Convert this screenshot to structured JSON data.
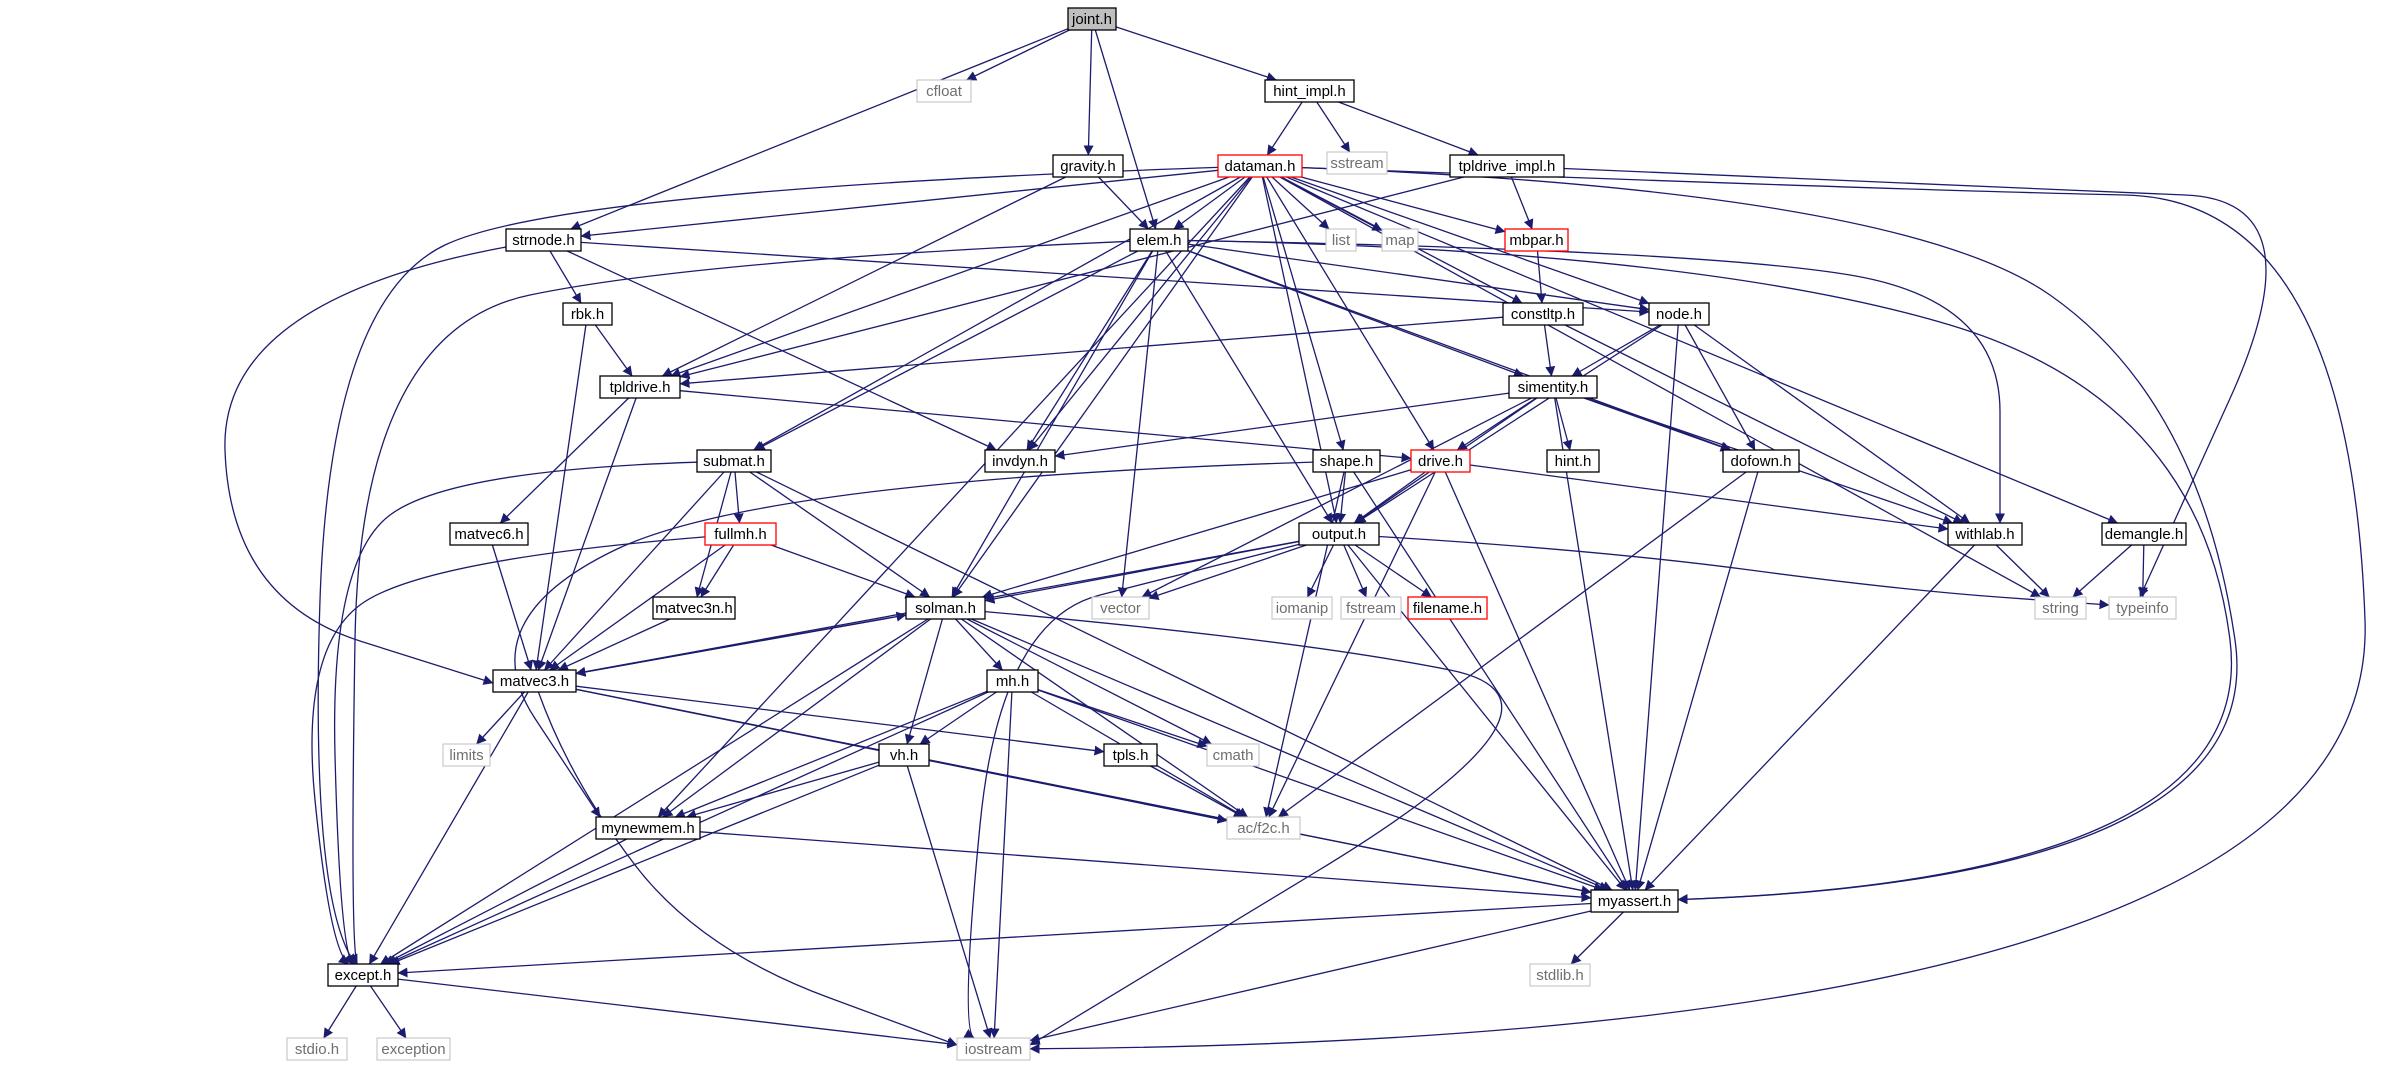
{
  "diagram": {
    "colors": {
      "edge": "#1c1c6e",
      "node_border_normal": "#000000",
      "node_border_external": "#bfbfbf",
      "node_border_red": "#ff0000",
      "root_fill": "#bfbfbf",
      "text_normal": "#000000",
      "text_external": "#6f6f6f"
    },
    "nodes": [
      {
        "id": "joint_h",
        "label": "joint.h",
        "style": "root"
      },
      {
        "id": "cfloat",
        "label": "cfloat",
        "style": "external"
      },
      {
        "id": "hint_impl_h",
        "label": "hint_impl.h",
        "style": "normal"
      },
      {
        "id": "sstream",
        "label": "sstream",
        "style": "external"
      },
      {
        "id": "gravity_h",
        "label": "gravity.h",
        "style": "normal"
      },
      {
        "id": "dataman_h",
        "label": "dataman.h",
        "style": "red"
      },
      {
        "id": "tpldrive_impl_h",
        "label": "tpldrive_impl.h",
        "style": "normal"
      },
      {
        "id": "strnode_h",
        "label": "strnode.h",
        "style": "normal"
      },
      {
        "id": "elem_h",
        "label": "elem.h",
        "style": "normal"
      },
      {
        "id": "list",
        "label": "list",
        "style": "external"
      },
      {
        "id": "map",
        "label": "map",
        "style": "external"
      },
      {
        "id": "mbpar_h",
        "label": "mbpar.h",
        "style": "red"
      },
      {
        "id": "rbk_h",
        "label": "rbk.h",
        "style": "normal"
      },
      {
        "id": "constltp_h",
        "label": "constltp.h",
        "style": "normal"
      },
      {
        "id": "node_h",
        "label": "node.h",
        "style": "normal"
      },
      {
        "id": "tpldrive_h",
        "label": "tpldrive.h",
        "style": "normal"
      },
      {
        "id": "simentity_h",
        "label": "simentity.h",
        "style": "normal"
      },
      {
        "id": "submat_h",
        "label": "submat.h",
        "style": "normal"
      },
      {
        "id": "invdyn_h",
        "label": "invdyn.h",
        "style": "normal"
      },
      {
        "id": "shape_h",
        "label": "shape.h",
        "style": "normal"
      },
      {
        "id": "drive_h",
        "label": "drive.h",
        "style": "red"
      },
      {
        "id": "hint_h",
        "label": "hint.h",
        "style": "normal"
      },
      {
        "id": "dofown_h",
        "label": "dofown.h",
        "style": "normal"
      },
      {
        "id": "matvec6_h",
        "label": "matvec6.h",
        "style": "normal"
      },
      {
        "id": "fullmh_h",
        "label": "fullmh.h",
        "style": "red"
      },
      {
        "id": "output_h",
        "label": "output.h",
        "style": "normal"
      },
      {
        "id": "withlab_h",
        "label": "withlab.h",
        "style": "normal"
      },
      {
        "id": "demangle_h",
        "label": "demangle.h",
        "style": "normal"
      },
      {
        "id": "matvec3n_h",
        "label": "matvec3n.h",
        "style": "normal"
      },
      {
        "id": "solman_h",
        "label": "solman.h",
        "style": "normal"
      },
      {
        "id": "vector",
        "label": "vector",
        "style": "external"
      },
      {
        "id": "iomanip",
        "label": "iomanip",
        "style": "external"
      },
      {
        "id": "fstream",
        "label": "fstream",
        "style": "external"
      },
      {
        "id": "filename_h",
        "label": "filename.h",
        "style": "red"
      },
      {
        "id": "string",
        "label": "string",
        "style": "external"
      },
      {
        "id": "typeinfo",
        "label": "typeinfo",
        "style": "external"
      },
      {
        "id": "matvec3_h",
        "label": "matvec3.h",
        "style": "normal"
      },
      {
        "id": "mh_h",
        "label": "mh.h",
        "style": "normal"
      },
      {
        "id": "limits",
        "label": "limits",
        "style": "external"
      },
      {
        "id": "tpls_h",
        "label": "tpls.h",
        "style": "normal"
      },
      {
        "id": "cmath",
        "label": "cmath",
        "style": "external"
      },
      {
        "id": "vh_h",
        "label": "vh.h",
        "style": "normal"
      },
      {
        "id": "ac_f2c_h",
        "label": "ac/f2c.h",
        "style": "external"
      },
      {
        "id": "mynewmem_h",
        "label": "mynewmem.h",
        "style": "normal"
      },
      {
        "id": "myassert_h",
        "label": "myassert.h",
        "style": "normal"
      },
      {
        "id": "except_h",
        "label": "except.h",
        "style": "normal"
      },
      {
        "id": "stdlib_h",
        "label": "stdlib.h",
        "style": "external"
      },
      {
        "id": "stdio_h",
        "label": "stdio.h",
        "style": "external"
      },
      {
        "id": "exception",
        "label": "exception",
        "style": "external"
      },
      {
        "id": "iostream",
        "label": "iostream",
        "style": "external"
      }
    ],
    "edges": [
      [
        "joint_h",
        "cfloat"
      ],
      [
        "joint_h",
        "hint_impl_h"
      ],
      [
        "joint_h",
        "gravity_h"
      ],
      [
        "joint_h",
        "elem_h"
      ],
      [
        "joint_h",
        "strnode_h"
      ],
      [
        "hint_impl_h",
        "dataman_h"
      ],
      [
        "hint_impl_h",
        "sstream"
      ],
      [
        "hint_impl_h",
        "tpldrive_impl_h"
      ],
      [
        "gravity_h",
        "elem_h"
      ],
      [
        "gravity_h",
        "tpldrive_h"
      ],
      [
        "tpldrive_impl_h",
        "mbpar_h"
      ],
      [
        "tpldrive_impl_h",
        "tpldrive_h"
      ],
      [
        "tpldrive_impl_h",
        "typeinfo"
      ],
      [
        "dataman_h",
        "elem_h"
      ],
      [
        "dataman_h",
        "list"
      ],
      [
        "dataman_h",
        "map"
      ],
      [
        "dataman_h",
        "mbpar_h"
      ],
      [
        "dataman_h",
        "strnode_h"
      ],
      [
        "dataman_h",
        "tpldrive_h"
      ],
      [
        "dataman_h",
        "node_h"
      ],
      [
        "dataman_h",
        "constltp_h"
      ],
      [
        "dataman_h",
        "submat_h"
      ],
      [
        "dataman_h",
        "invdyn_h"
      ],
      [
        "dataman_h",
        "shape_h"
      ],
      [
        "dataman_h",
        "drive_h"
      ],
      [
        "dataman_h",
        "output_h"
      ],
      [
        "dataman_h",
        "solman_h"
      ],
      [
        "dataman_h",
        "string"
      ],
      [
        "dataman_h",
        "demangle_h"
      ],
      [
        "dataman_h",
        "myassert_h"
      ],
      [
        "dataman_h",
        "mynewmem_h"
      ],
      [
        "dataman_h",
        "except_h"
      ],
      [
        "dataman_h",
        "iostream"
      ],
      [
        "strnode_h",
        "rbk_h"
      ],
      [
        "strnode_h",
        "node_h"
      ],
      [
        "strnode_h",
        "invdyn_h"
      ],
      [
        "strnode_h",
        "matvec3_h"
      ],
      [
        "elem_h",
        "node_h"
      ],
      [
        "elem_h",
        "simentity_h"
      ],
      [
        "elem_h",
        "invdyn_h"
      ],
      [
        "elem_h",
        "submat_h"
      ],
      [
        "elem_h",
        "output_h"
      ],
      [
        "elem_h",
        "solman_h"
      ],
      [
        "elem_h",
        "vector"
      ],
      [
        "elem_h",
        "withlab_h"
      ],
      [
        "elem_h",
        "dofown_h"
      ],
      [
        "elem_h",
        "myassert_h"
      ],
      [
        "elem_h",
        "except_h"
      ],
      [
        "mbpar_h",
        "constltp_h"
      ],
      [
        "rbk_h",
        "tpldrive_h"
      ],
      [
        "rbk_h",
        "matvec3_h"
      ],
      [
        "constltp_h",
        "simentity_h"
      ],
      [
        "constltp_h",
        "tpldrive_h"
      ],
      [
        "constltp_h",
        "withlab_h"
      ],
      [
        "node_h",
        "simentity_h"
      ],
      [
        "node_h",
        "dofown_h"
      ],
      [
        "node_h",
        "output_h"
      ],
      [
        "node_h",
        "withlab_h"
      ],
      [
        "node_h",
        "myassert_h"
      ],
      [
        "tpldrive_h",
        "drive_h"
      ],
      [
        "tpldrive_h",
        "matvec6_h"
      ],
      [
        "tpldrive_h",
        "matvec3_h"
      ],
      [
        "simentity_h",
        "invdyn_h"
      ],
      [
        "simentity_h",
        "drive_h"
      ],
      [
        "simentity_h",
        "hint_h"
      ],
      [
        "simentity_h",
        "dofown_h"
      ],
      [
        "simentity_h",
        "output_h"
      ],
      [
        "simentity_h",
        "withlab_h"
      ],
      [
        "simentity_h",
        "vector"
      ],
      [
        "simentity_h",
        "myassert_h"
      ],
      [
        "submat_h",
        "fullmh_h"
      ],
      [
        "submat_h",
        "matvec3n_h"
      ],
      [
        "submat_h",
        "solman_h"
      ],
      [
        "submat_h",
        "matvec3_h"
      ],
      [
        "submat_h",
        "myassert_h"
      ],
      [
        "submat_h",
        "except_h"
      ],
      [
        "shape_h",
        "output_h"
      ],
      [
        "shape_h",
        "ac_f2c_h"
      ],
      [
        "shape_h",
        "mynewmem_h"
      ],
      [
        "shape_h",
        "myassert_h"
      ],
      [
        "drive_h",
        "output_h"
      ],
      [
        "drive_h",
        "withlab_h"
      ],
      [
        "drive_h",
        "solman_h"
      ],
      [
        "drive_h",
        "ac_f2c_h"
      ],
      [
        "drive_h",
        "myassert_h"
      ],
      [
        "dofown_h",
        "myassert_h"
      ],
      [
        "dofown_h",
        "ac_f2c_h"
      ],
      [
        "matvec6_h",
        "matvec3_h"
      ],
      [
        "fullmh_h",
        "matvec3n_h"
      ],
      [
        "fullmh_h",
        "solman_h"
      ],
      [
        "fullmh_h",
        "matvec3_h"
      ],
      [
        "fullmh_h",
        "except_h"
      ],
      [
        "output_h",
        "vector"
      ],
      [
        "output_h",
        "iomanip"
      ],
      [
        "output_h",
        "fstream"
      ],
      [
        "output_h",
        "filename_h"
      ],
      [
        "output_h",
        "solman_h"
      ],
      [
        "output_h",
        "typeinfo"
      ],
      [
        "output_h",
        "myassert_h"
      ],
      [
        "output_h",
        "iostream"
      ],
      [
        "output_h",
        "matvec3_h"
      ],
      [
        "withlab_h",
        "string"
      ],
      [
        "withlab_h",
        "myassert_h"
      ],
      [
        "demangle_h",
        "string"
      ],
      [
        "demangle_h",
        "typeinfo"
      ],
      [
        "matvec3n_h",
        "matvec3_h"
      ],
      [
        "solman_h",
        "matvec3_h"
      ],
      [
        "solman_h",
        "mh_h"
      ],
      [
        "solman_h",
        "vh_h"
      ],
      [
        "solman_h",
        "cmath"
      ],
      [
        "solman_h",
        "ac_f2c_h"
      ],
      [
        "solman_h",
        "mynewmem_h"
      ],
      [
        "solman_h",
        "myassert_h"
      ],
      [
        "solman_h",
        "except_h"
      ],
      [
        "solman_h",
        "iostream"
      ],
      [
        "matvec3_h",
        "limits"
      ],
      [
        "matvec3_h",
        "tpls_h"
      ],
      [
        "matvec3_h",
        "solman_h"
      ],
      [
        "matvec3_h",
        "ac_f2c_h"
      ],
      [
        "matvec3_h",
        "myassert_h"
      ],
      [
        "matvec3_h",
        "except_h"
      ],
      [
        "matvec3_h",
        "iostream"
      ],
      [
        "mh_h",
        "vh_h"
      ],
      [
        "mh_h",
        "cmath"
      ],
      [
        "mh_h",
        "ac_f2c_h"
      ],
      [
        "mh_h",
        "mynewmem_h"
      ],
      [
        "mh_h",
        "myassert_h"
      ],
      [
        "mh_h",
        "except_h"
      ],
      [
        "mh_h",
        "iostream"
      ],
      [
        "tpls_h",
        "ac_f2c_h"
      ],
      [
        "vh_h",
        "mynewmem_h"
      ],
      [
        "vh_h",
        "ac_f2c_h"
      ],
      [
        "vh_h",
        "myassert_h"
      ],
      [
        "vh_h",
        "except_h"
      ],
      [
        "vh_h",
        "iostream"
      ],
      [
        "mynewmem_h",
        "myassert_h"
      ],
      [
        "mynewmem_h",
        "except_h"
      ],
      [
        "myassert_h",
        "except_h"
      ],
      [
        "myassert_h",
        "stdlib_h"
      ],
      [
        "myassert_h",
        "iostream"
      ],
      [
        "except_h",
        "stdio_h"
      ],
      [
        "except_h",
        "exception"
      ],
      [
        "except_h",
        "iostream"
      ]
    ]
  }
}
